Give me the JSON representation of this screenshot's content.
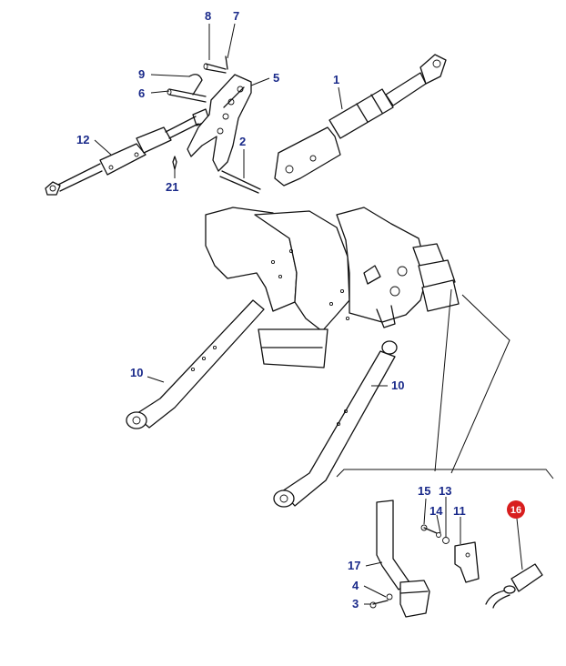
{
  "labels": {
    "p1": "1",
    "p2": "2",
    "p3": "3",
    "p4": "4",
    "p5": "5",
    "p6": "6",
    "p7": "7",
    "p8": "8",
    "p9": "9",
    "p10a": "10",
    "p10b": "10",
    "p11": "11",
    "p12": "12",
    "p13": "13",
    "p14": "14",
    "p15": "15",
    "p16": "16",
    "p17": "17",
    "p21": "21"
  },
  "colors": {
    "label": "#1a2a8a",
    "highlight": "#d81e1e",
    "line": "#111111"
  }
}
